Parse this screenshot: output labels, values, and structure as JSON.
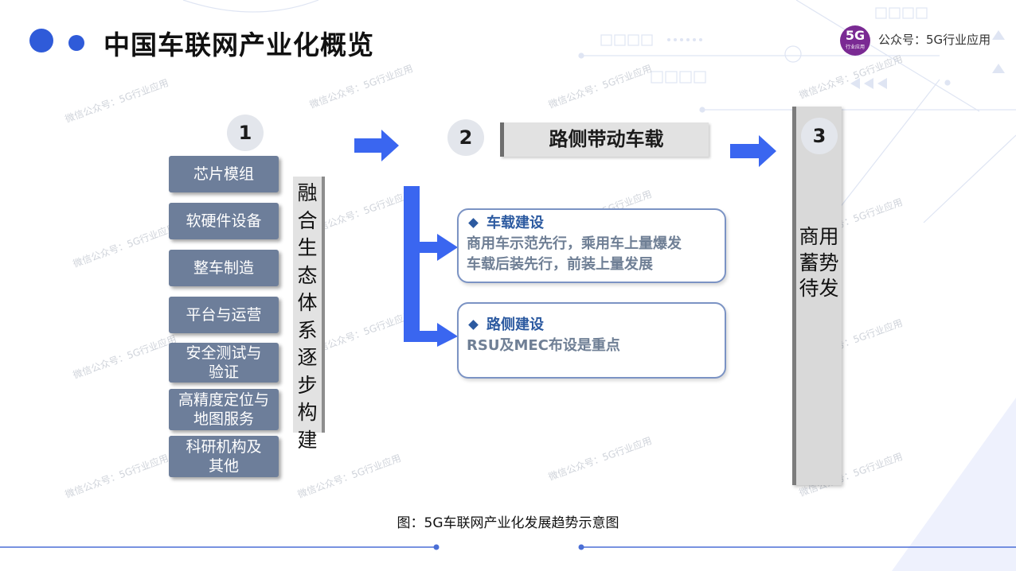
{
  "header": {
    "title": "中国车联网产业化概览",
    "logo_text": "5G",
    "logo_sub": "行业应用",
    "account": "公众号：5G行业应用"
  },
  "watermark_text": "微信公众号：5G行业应用",
  "steps": {
    "one": "1",
    "two": "2",
    "three": "3"
  },
  "categories": [
    "芯片模组",
    "软硬件设备",
    "整车制造",
    "平台与运营",
    "安全测试与验证",
    "高精度定位与地图服务",
    "科研机构及其他"
  ],
  "ecosystem_label": "融合生态体系逐步构建",
  "roadside_header": "路侧带动车载",
  "vehicle": {
    "title": "车载建设",
    "lines": [
      "商用车示范先行，乘用车上量爆发",
      "车载后装先行，前装上量发展"
    ]
  },
  "roadside": {
    "title": "路侧建设",
    "lines": [
      "RSU及MEC布设是重点"
    ]
  },
  "commercial_label": "商用蓄势待发",
  "caption": "图：5G车联网产业化发展趋势示意图",
  "colors": {
    "accent": "#2f5bd9",
    "category_box": "#6d7e9a",
    "arrow": "#3a66f0",
    "info_title": "#2c5aa0"
  }
}
